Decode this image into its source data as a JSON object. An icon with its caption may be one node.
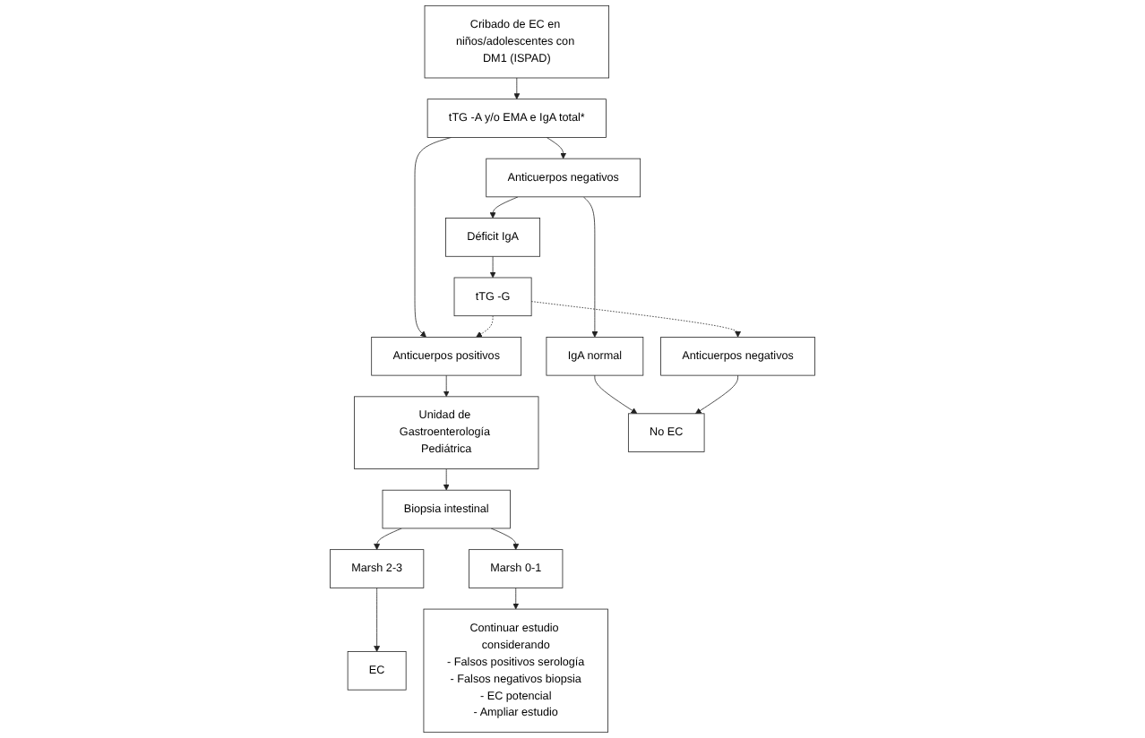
{
  "diagram": {
    "nodes": [
      {
        "text": [
          "Cribado de EC en niños/adolescentes con DM1 (ISPAD)"
        ]
      },
      {
        "text": [
          "tTG -A y/o EMA e IgA total*"
        ]
      },
      {
        "text": [
          "Anticuerpos negativos"
        ]
      },
      {
        "text": [
          "Anticuerpos positivos"
        ]
      },
      {
        "text": [
          "IgA normal"
        ]
      },
      {
        "text": [
          "Déficit IgA"
        ]
      },
      {
        "text": [
          "Unidad de Gastroenterología Pediátrica"
        ]
      },
      {
        "text": [
          "No EC"
        ]
      },
      {
        "text": [
          "tTG -G"
        ]
      },
      {
        "text": [
          "Biopsia intestinal"
        ]
      },
      {
        "text": [
          "Anticuerpos negativos"
        ]
      },
      {
        "text": [
          "Marsh 2-3"
        ]
      },
      {
        "text": [
          "Marsh 0-1"
        ]
      },
      {
        "text": [
          "EC"
        ]
      },
      {
        "text": [
          "Continuar estudio considerando",
          "- Falsos positivos serología",
          "- Falsos negativos biopsia",
          "- EC potencial",
          "- Ampliar estudio"
        ]
      }
    ],
    "edges": [
      {
        "from": 0,
        "to": 1,
        "arrow": "to"
      },
      {
        "from": 1,
        "to": 2,
        "arrow": "to"
      },
      {
        "from": 1,
        "to": 3,
        "arrow": "to"
      },
      {
        "from": 2,
        "to": 4,
        "arrow": "to"
      },
      {
        "from": 2,
        "to": 5,
        "arrow": "to"
      },
      {
        "from": 4,
        "to": 7,
        "arrow": "to"
      },
      {
        "from": 5,
        "to": 8,
        "arrow": "to"
      },
      {
        "from": 8,
        "to": 3,
        "arrow": "to",
        "style": "dashed"
      },
      {
        "from": 8,
        "to": 10,
        "arrow": "to",
        "style": "dashed"
      },
      {
        "from": 10,
        "to": 7,
        "arrow": "to"
      },
      {
        "from": 3,
        "to": 6,
        "arrow": "to"
      },
      {
        "from": 6,
        "to": 9,
        "arrow": "to"
      },
      {
        "from": 9,
        "to": 11,
        "arrow": "to"
      },
      {
        "from": 9,
        "to": 12,
        "arrow": "to"
      },
      {
        "from": 11,
        "to": 13,
        "arrow": "to"
      },
      {
        "from": 12,
        "to": 14,
        "arrow": "to"
      }
    ]
  }
}
